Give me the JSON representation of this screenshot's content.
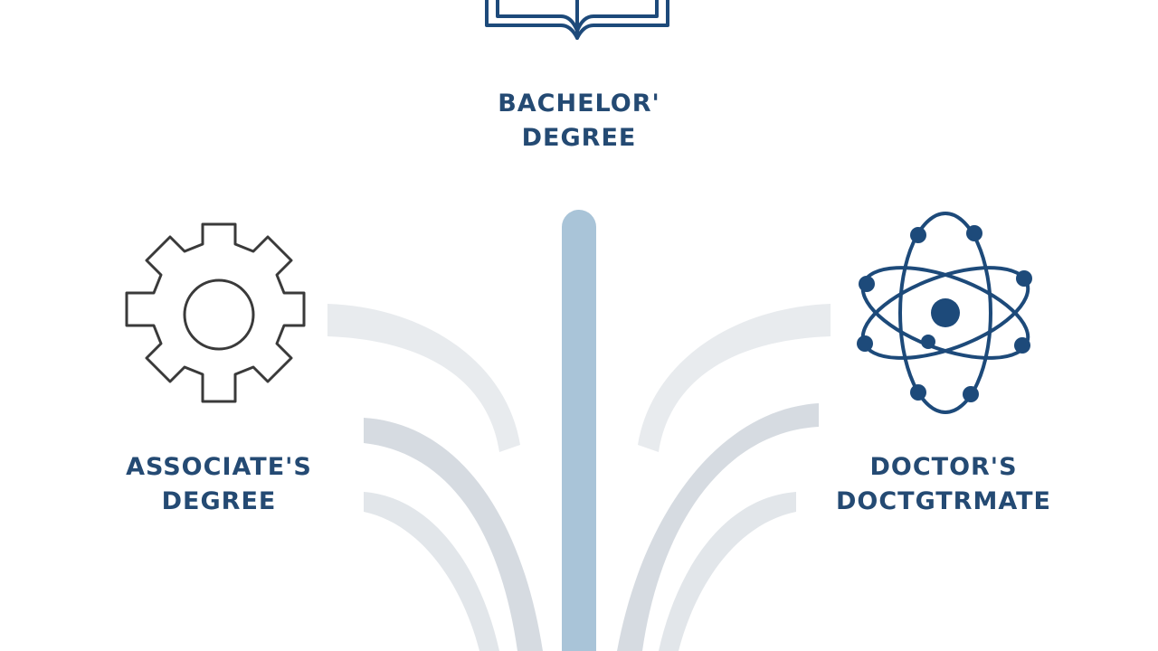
{
  "nodes": [
    {
      "id": "bachelor",
      "icon": "open-book-icon",
      "line1": "BACHELOR'",
      "line2": "DEGREE"
    },
    {
      "id": "associate",
      "icon": "gear-icon",
      "line1": "ASSOCIATE'S",
      "line2": "DEGREE"
    },
    {
      "id": "doctor",
      "icon": "atom-icon",
      "line1": "DOCTOR'S",
      "line2": "DOCTGTRMATE"
    }
  ],
  "colors": {
    "text": "#244a73",
    "icon_dark": "#1d4a7a",
    "gear_stroke": "#3a3a3a",
    "center_bar": "#a9c4d8",
    "curves_light": "#e9ecef",
    "curves_mid": "#d8dde3"
  }
}
